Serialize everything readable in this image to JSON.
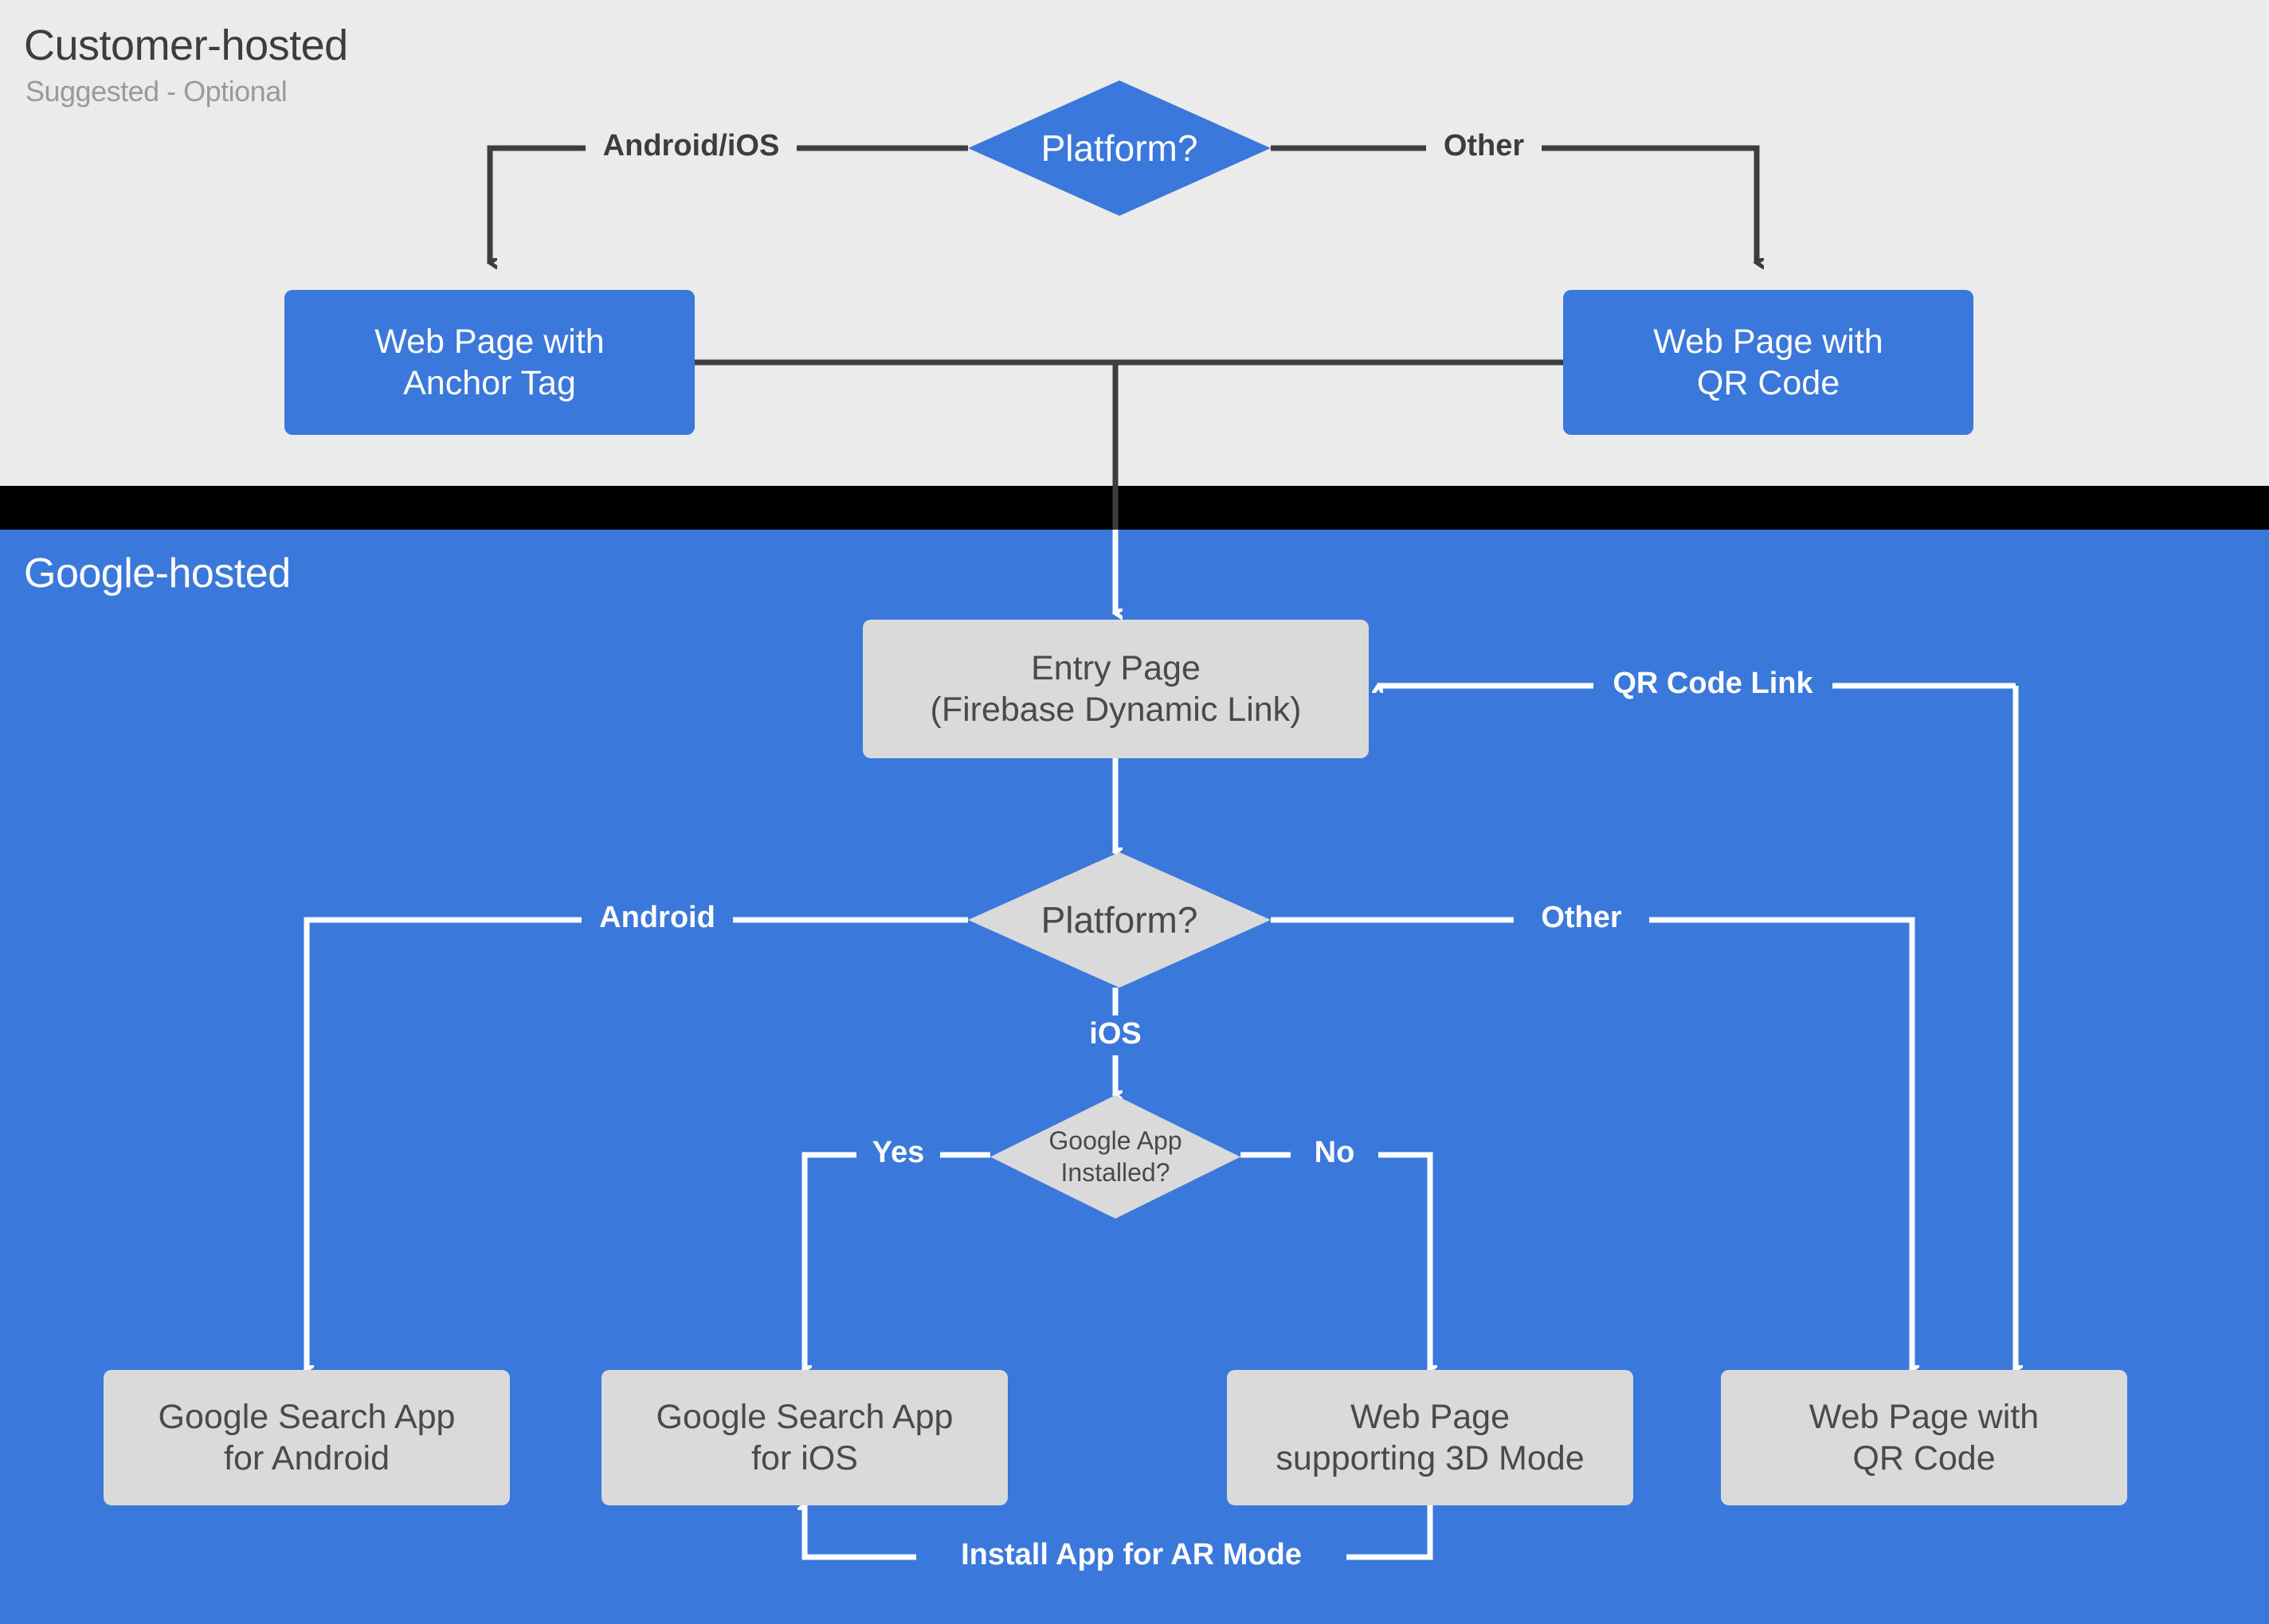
{
  "sections": {
    "customer": {
      "title": "Customer-hosted",
      "subtitle": "Suggested - Optional",
      "background": "#ebebeb"
    },
    "divider": {
      "background": "#000000"
    },
    "google": {
      "title": "Google-hosted",
      "background": "#3b78dc"
    }
  },
  "colors": {
    "blue": "#3b78dc",
    "gray_node": "#dadada",
    "gray_band": "#ebebeb",
    "dark_text": "#3d3d3d",
    "node_text_gray": "#4a4a4a",
    "white": "#ffffff",
    "black": "#000000",
    "subtitle_gray": "#9a9a9a"
  },
  "nodes": {
    "platform_customer": {
      "label": "Platform?",
      "shape": "diamond",
      "fill": "#3b78dc",
      "text_color": "#ffffff"
    },
    "web_page_anchor": {
      "line1": "Web Page with",
      "line2": "Anchor Tag",
      "shape": "rounded-rect",
      "fill": "#3b78dc",
      "text_color": "#ffffff"
    },
    "web_page_qr_top": {
      "line1": "Web Page with",
      "line2": "QR Code",
      "shape": "rounded-rect",
      "fill": "#3b78dc",
      "text_color": "#ffffff"
    },
    "entry_page": {
      "line1": "Entry Page",
      "line2": "(Firebase Dynamic Link)",
      "shape": "rounded-rect",
      "fill": "#dadada",
      "text_color": "#4a4a4a"
    },
    "platform_google": {
      "label": "Platform?",
      "shape": "diamond",
      "fill": "#dadada",
      "text_color": "#4a4a4a"
    },
    "google_app_installed": {
      "line1": "Google App",
      "line2": "Installed?",
      "shape": "diamond",
      "fill": "#dadada",
      "text_color": "#4a4a4a"
    },
    "search_app_android": {
      "line1": "Google Search App",
      "line2": "for Android",
      "shape": "rounded-rect",
      "fill": "#dadada",
      "text_color": "#4a4a4a"
    },
    "search_app_ios": {
      "line1": "Google Search App",
      "line2": "for iOS",
      "shape": "rounded-rect",
      "fill": "#dadada",
      "text_color": "#4a4a4a"
    },
    "web_page_3d": {
      "line1": "Web Page",
      "line2": "supporting 3D Mode",
      "shape": "rounded-rect",
      "fill": "#dadada",
      "text_color": "#4a4a4a"
    },
    "web_page_qr_bottom": {
      "line1": "Web Page with",
      "line2": "QR Code",
      "shape": "rounded-rect",
      "fill": "#dadada",
      "text_color": "#4a4a4a"
    }
  },
  "edge_labels": {
    "android_ios": "Android/iOS",
    "other_top": "Other",
    "qr_code_link": "QR Code Link",
    "android": "Android",
    "other_bottom": "Other",
    "ios": "iOS",
    "yes": "Yes",
    "no": "No",
    "install_app_ar": "Install App for AR Mode"
  }
}
